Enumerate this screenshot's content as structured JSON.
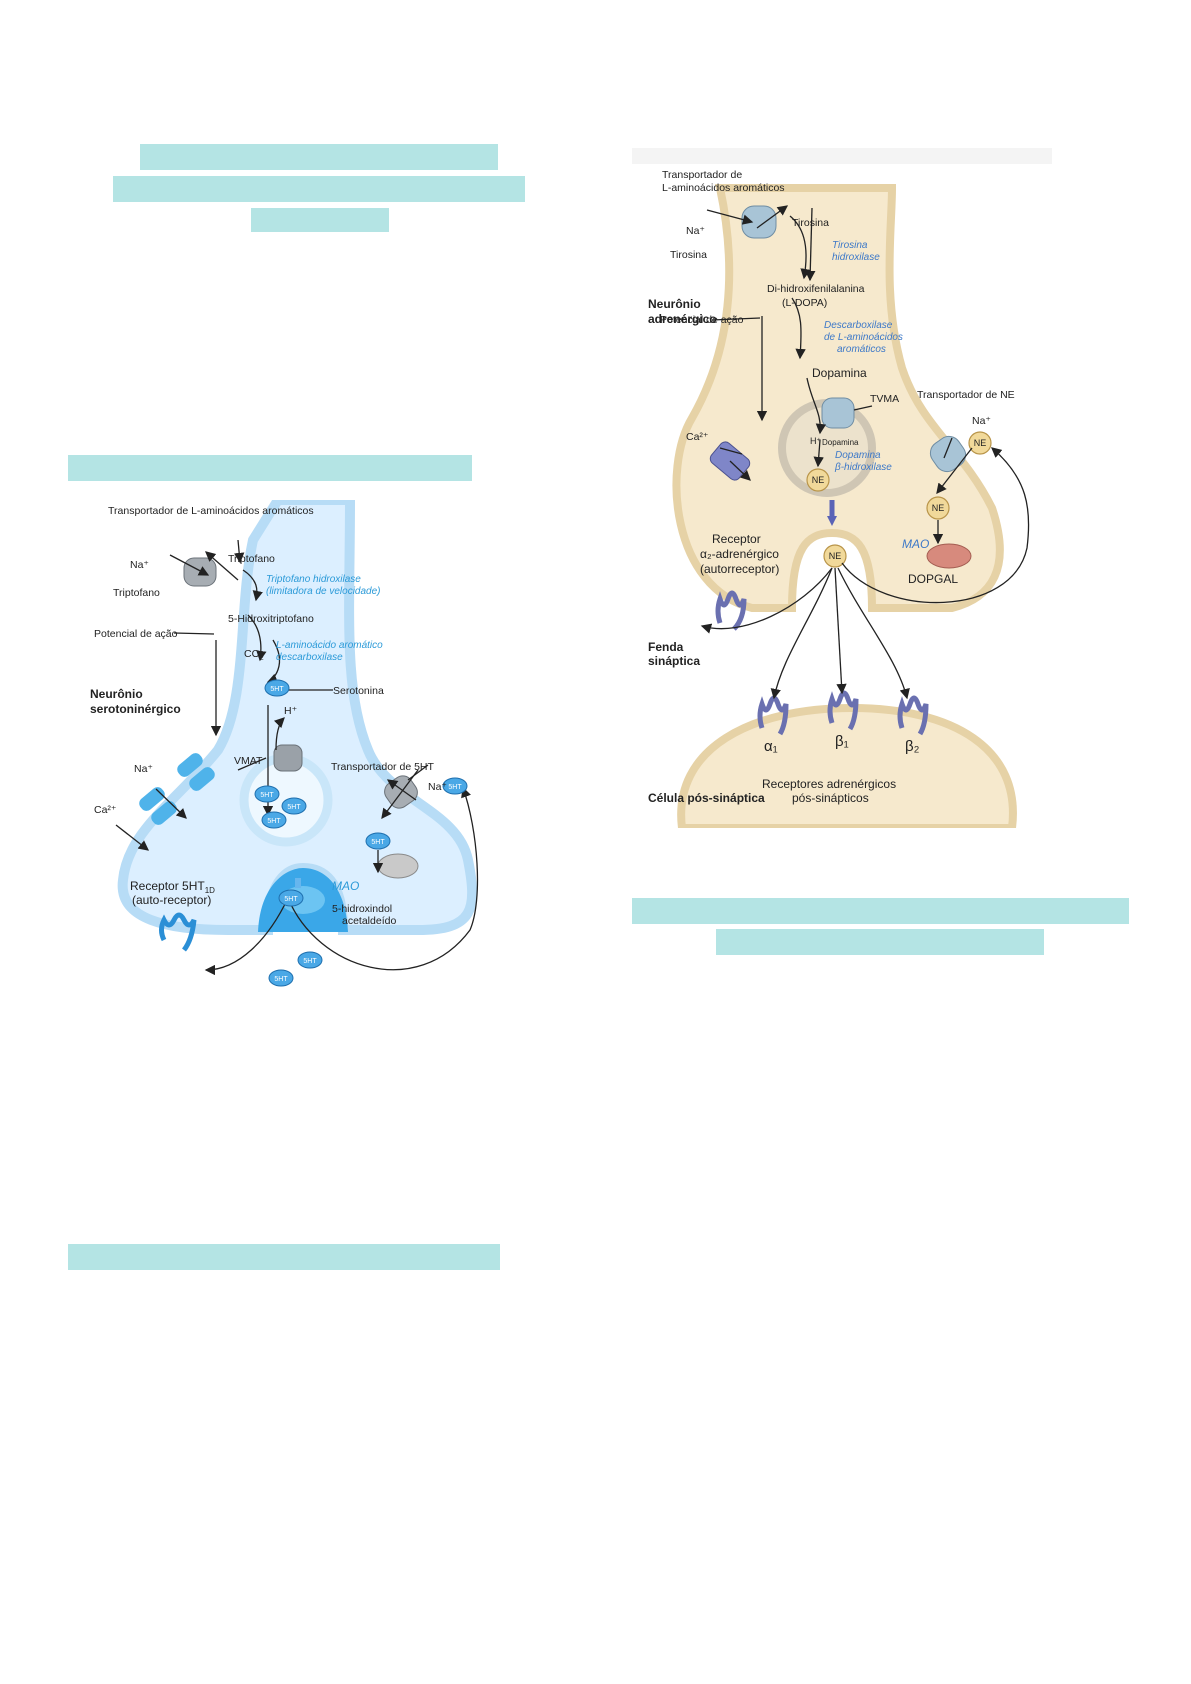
{
  "serotonin_diagram": {
    "transporter_aa": "Transportador de L-aminoácidos aromáticos",
    "na": "Na⁺",
    "ca": "Ca²⁺",
    "h": "H⁺",
    "triptofano": "Triptofano",
    "triptofano_hidroxilase": "Triptofano hidroxilase",
    "limitadora": "(limitadora de velocidade)",
    "hidroxitriptofano": "5-Hidroxitriptofano",
    "potencial": "Potencial de ação",
    "co2": "CO",
    "co2_sub": "2",
    "descarboxilase_1": "L-aminoácido aromático",
    "descarboxilase_2": "descarboxilase",
    "neuron_1": "Neurônio",
    "neuron_2": "serotoninérgico",
    "serotonina": "Serotonina",
    "vmat": "VMAT",
    "transporter_5ht": "Transportador de 5HT",
    "molecule": "5HT",
    "mao": "MAO",
    "metabolite_1": "5-hidroxindol",
    "metabolite_2": "acetaldeído",
    "receptor_1": "Receptor 5HT",
    "receptor_1_sub": "1D",
    "receptor_2": "(auto-receptor)"
  },
  "adrenergic_diagram": {
    "transporter_1": "Transportador de",
    "transporter_2": "L-aminoácidos aromáticos",
    "na": "Na⁺",
    "ca": "Ca²⁺",
    "h": "H⁺",
    "tirosina": "Tirosina",
    "tirosina_hidroxilase_1": "Tirosina",
    "tirosina_hidroxilase_2": "hidroxilase",
    "dopa_1": "Di-hidroxifenilalanina",
    "dopa_2": "(L-DOPA)",
    "neuron_1": "Neurônio",
    "neuron_2": "adrenérgico",
    "descarboxilase_1": "Descarboxilase",
    "descarboxilase_2": "de L-aminoácidos",
    "descarboxilase_3": "aromáticos",
    "potencial": "Potencial de ação",
    "dopamina": "Dopamina",
    "tvma": "TVMA",
    "transporter_ne": "Transportador de NE",
    "dopamina_small": "Dopamina",
    "dbh_1": "Dopamina",
    "dbh_2": "β-hidroxilase",
    "ne": "NE",
    "receptor_1": "Receptor",
    "receptor_2": "α₂-adrenérgico",
    "receptor_3": "(autorreceptor)",
    "mao": "MAO",
    "dopgal": "DOPGAL",
    "fenda_1": "Fenda",
    "fenda_2": "sináptica",
    "alpha1": "α₁",
    "beta1": "β₁",
    "beta2": "β₂",
    "post_receptors_1": "Receptores adrenérgicos",
    "post_receptors_2": "pós-sinápticos",
    "post_cell": "Célula pós-sináptica"
  }
}
